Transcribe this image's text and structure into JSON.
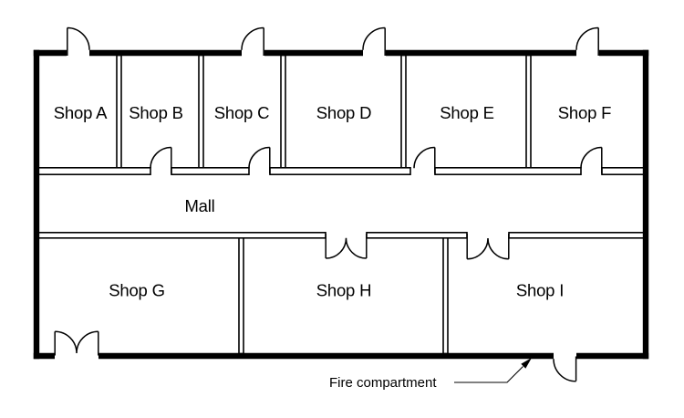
{
  "diagram": {
    "type": "floor-plan",
    "colors": {
      "line": "#000000",
      "background": "#ffffff"
    },
    "shops": [
      {
        "id": "shop-a",
        "label": "Shop A"
      },
      {
        "id": "shop-b",
        "label": "Shop B"
      },
      {
        "id": "shop-c",
        "label": "Shop C"
      },
      {
        "id": "shop-d",
        "label": "Shop D"
      },
      {
        "id": "shop-e",
        "label": "Shop E"
      },
      {
        "id": "shop-f",
        "label": "Shop F"
      },
      {
        "id": "shop-g",
        "label": "Shop G"
      },
      {
        "id": "shop-h",
        "label": "Shop H"
      },
      {
        "id": "shop-i",
        "label": "Shop I"
      }
    ],
    "corridor": {
      "label": "Mall"
    },
    "annotation": {
      "label": "Fire compartment"
    }
  }
}
